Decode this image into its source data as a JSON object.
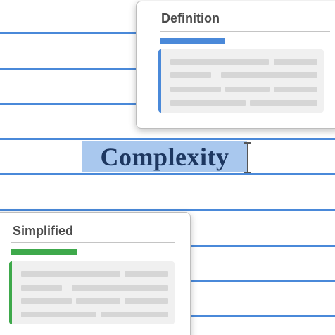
{
  "main": {
    "word": "Complexity"
  },
  "definition_card": {
    "title": "Definition",
    "accent_color": "#4a89d9"
  },
  "simplified_card": {
    "title": "Simplified",
    "accent_color": "#3ea94b"
  },
  "colors": {
    "rule_lines": "#4a89d9",
    "selection_highlight": "#a9c8ee",
    "word_text": "#1d3760"
  }
}
